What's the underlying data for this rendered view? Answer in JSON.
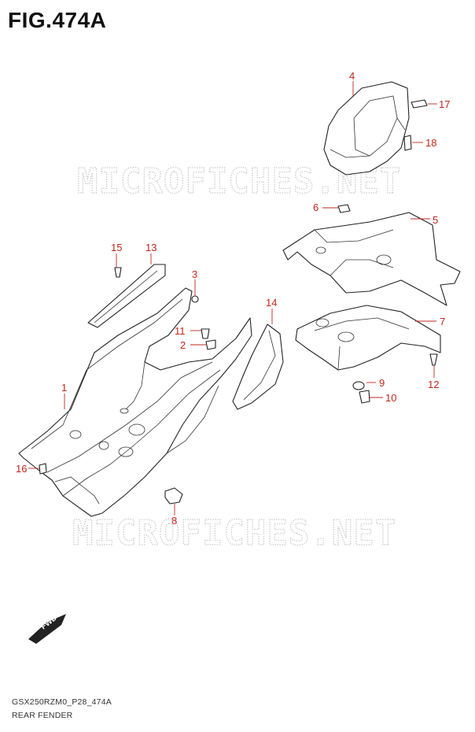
{
  "figure": {
    "title": "FIG.474A",
    "footer_code": "GSX250RZM0_P28_474A",
    "footer_name": "REAR FENDER"
  },
  "watermark": "MICROFICHES.NET",
  "fwd_label": "FWD",
  "callouts": {
    "c1": "1",
    "c2": "2",
    "c3": "3",
    "c4": "4",
    "c5": "5",
    "c6": "6",
    "c7": "7",
    "c8": "8",
    "c9": "9",
    "c10": "10",
    "c11": "11",
    "c12": "12",
    "c13": "13",
    "c14": "14",
    "c15": "15",
    "c16": "16",
    "c17": "17",
    "c18": "18"
  },
  "colors": {
    "callout": "#c0271c",
    "line": "#222222",
    "watermark": "#c9c9c9"
  }
}
